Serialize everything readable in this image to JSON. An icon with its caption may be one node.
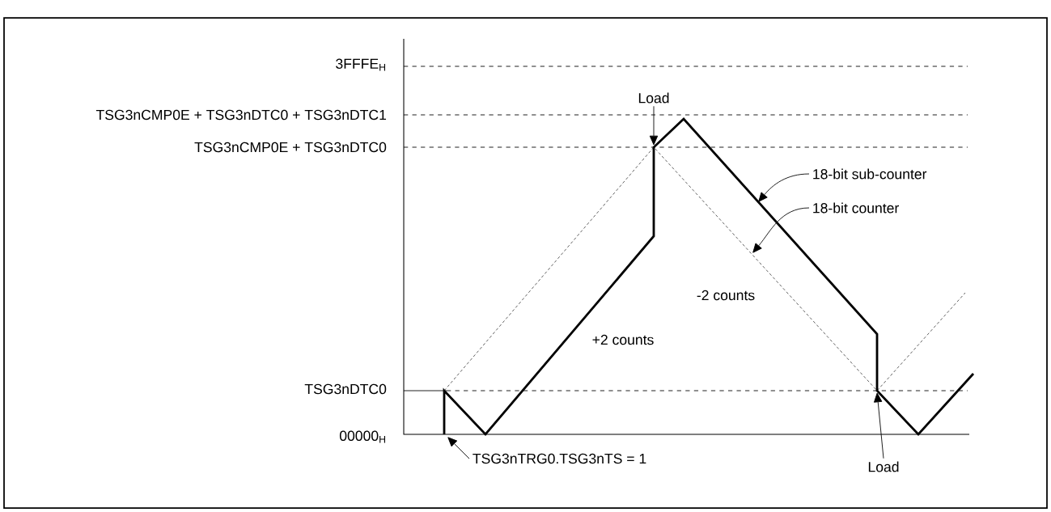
{
  "diagram": {
    "nodes": [
      {
        "text": [
          "Load"
        ]
      },
      {
        "text": [
          "Load"
        ]
      },
      {
        "text": [
          "TSG3nTRG0.TSG3nTS = 1"
        ]
      },
      {
        "text": [
          "18-bit sub-counter"
        ]
      },
      {
        "text": [
          "18-bit counter"
        ]
      }
    ],
    "edges": [
      {
        "from": 0,
        "to": null,
        "arrow": "to"
      },
      {
        "from": 1,
        "to": null,
        "arrow": "to"
      },
      {
        "from": 2,
        "to": null,
        "arrow": "to"
      },
      {
        "from": 3,
        "to": null,
        "arrow": "to"
      },
      {
        "from": 4,
        "to": null,
        "arrow": "to"
      }
    ],
    "labels": [
      "3FFFE$_{H}$",
      "TSG3nCMP0E + TSG3nDTC0 + TSG3nDTC1",
      "TSG3nCMP0E + TSG3nDTC0",
      "TSG3nDTC0",
      "00000$_{H}$",
      "+2 counts",
      "-2 counts"
    ]
  }
}
